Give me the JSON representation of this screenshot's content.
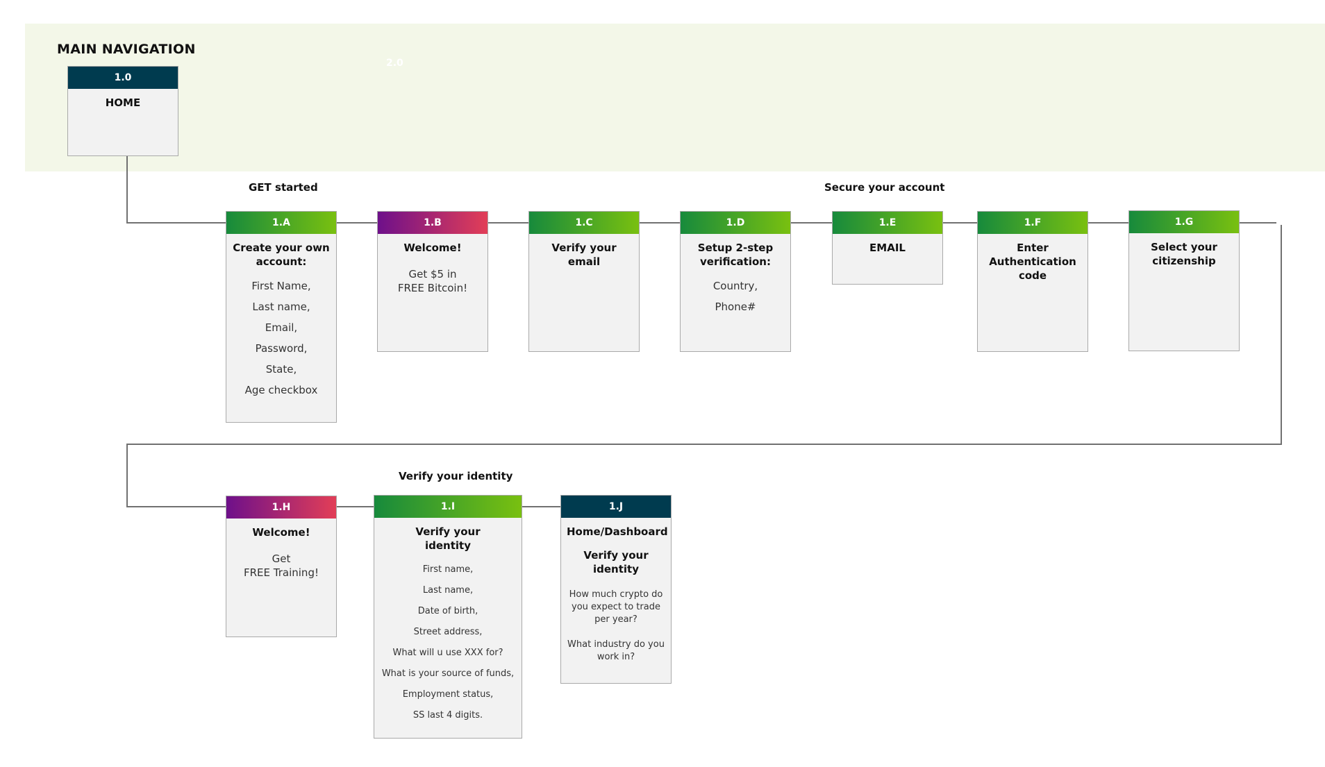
{
  "header": {
    "title": "MAIN NAVIGATION",
    "faint_label": "2.0"
  },
  "home": {
    "id": "1.0",
    "title": "HOME"
  },
  "sections": {
    "get_started": "GET started",
    "secure_account": "Secure your account",
    "verify_identity": "Verify your identity"
  },
  "cards": {
    "a": {
      "id": "1.A",
      "title": "Create your own account:",
      "lines": [
        "First Name,",
        "Last name,",
        "Email,",
        "Password,",
        "State,",
        "Age checkbox"
      ]
    },
    "b": {
      "id": "1.B",
      "title": "Welcome!",
      "body": "Get $5 in\nFREE Bitcoin!"
    },
    "c": {
      "id": "1.C",
      "title": "Verify your email"
    },
    "d": {
      "id": "1.D",
      "title": "Setup 2-step verification:",
      "lines": [
        "Country,",
        "Phone#"
      ]
    },
    "e": {
      "id": "1.E",
      "title": "EMAIL"
    },
    "f": {
      "id": "1.F",
      "title": "Enter Authentication code"
    },
    "g": {
      "id": "1.G",
      "title": "Select your citizenship"
    },
    "h": {
      "id": "1.H",
      "title": "Welcome!",
      "body": "Get\nFREE Training!"
    },
    "i": {
      "id": "1.I",
      "title": "Verify your identity",
      "lines": [
        "First name,",
        "Last name,",
        "Date of birth,",
        "Street address,",
        "What will u use XXX for?",
        "What is your source of funds,",
        "Employment status,",
        "SS last 4 digits."
      ]
    },
    "j": {
      "id": "1.J",
      "title": "Home/Dashboard",
      "subtitle": "Verify your identity",
      "paras": [
        "How much crypto do you expect to trade per year?",
        "What industry do you work in?"
      ]
    }
  },
  "colors": {
    "band": "#f3f7e8",
    "navy": "#003b4f",
    "green_start": "#178a3c",
    "green_end": "#79c010",
    "purple_start": "#6e108a",
    "purple_end": "#e23e57",
    "card_fill": "#f2f2f2",
    "connector": "#707070"
  }
}
